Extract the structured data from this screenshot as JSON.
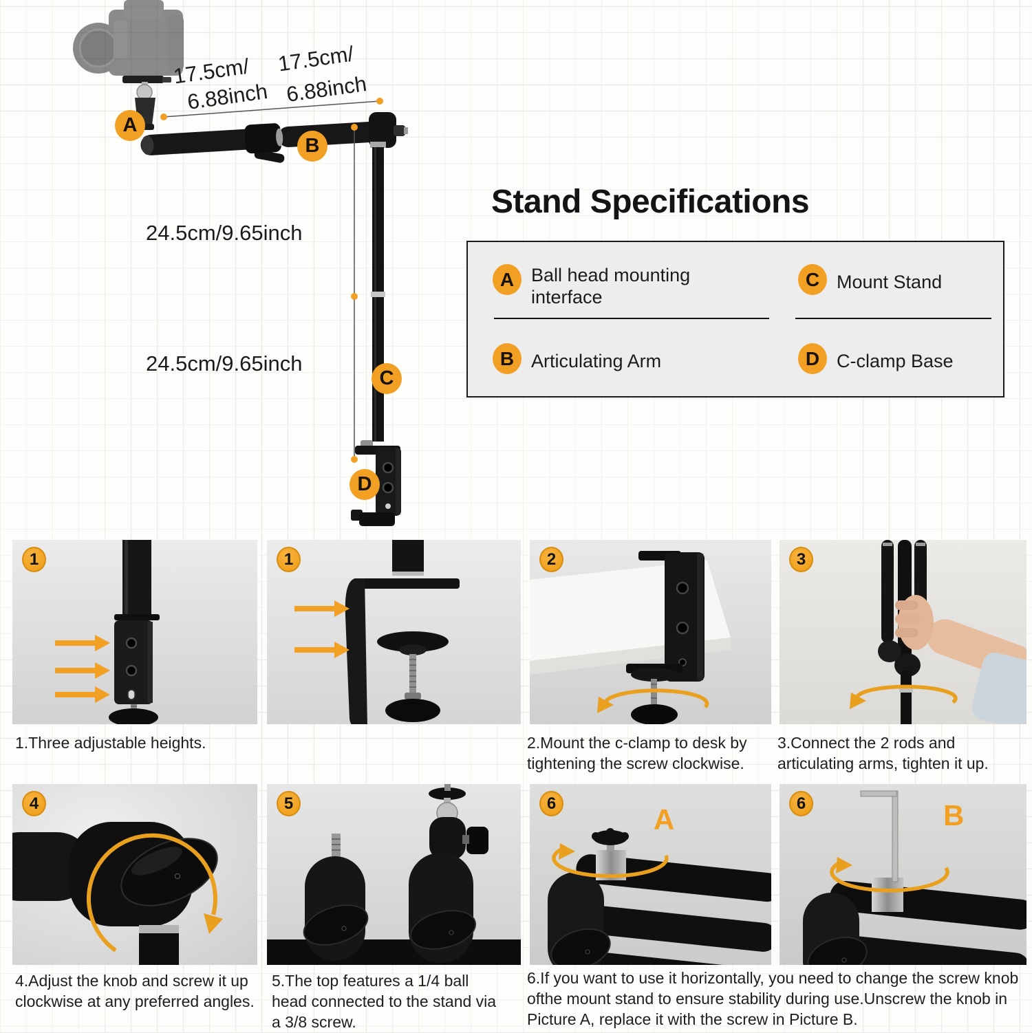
{
  "colors": {
    "accent": "#F2A024",
    "spec_box_bg": "#EDEDED",
    "photo_bg": "#DDDDDD",
    "text": "#1b1b1b"
  },
  "diagram": {
    "badges": {
      "a": "A",
      "b": "B",
      "c": "C",
      "d": "D"
    },
    "measurements": {
      "arm1_line1": "17.5cm/",
      "arm1_line2": "6.88inch",
      "arm2_line1": "17.5cm/",
      "arm2_line2": "6.88inch",
      "pole_upper": "24.5cm/9.65inch",
      "pole_lower": "24.5cm/9.65inch"
    }
  },
  "spec": {
    "title": "Stand Specifications",
    "items": [
      {
        "key": "A",
        "label": "Ball head mounting interface"
      },
      {
        "key": "C",
        "label": "Mount Stand"
      },
      {
        "key": "B",
        "label": "Articulating Arm"
      },
      {
        "key": "D",
        "label": "C-clamp Base"
      }
    ]
  },
  "steps": [
    {
      "badge": "1"
    },
    {
      "badge": "1"
    },
    {
      "badge": "2"
    },
    {
      "badge": "3"
    },
    {
      "badge": "4"
    },
    {
      "badge": "5"
    },
    {
      "badge": "6",
      "overlay": "A"
    },
    {
      "badge": "6",
      "overlay": "B"
    }
  ],
  "captions": {
    "c1": "1.Three adjustable heights.",
    "c2": "2.Mount the c-clamp to desk by tightening the screw clockwise.",
    "c3": "3.Connect the 2 rods and articulating arms, tighten it up.",
    "c4": "4.Adjust the knob and screw it up clockwise at any preferred angles.",
    "c5": "5.The top features a 1/4 ball head connected to the stand via a 3/8 screw.",
    "c6": "6.If you want to use it horizontally, you need to change the screw knob ofthe mount stand to ensure stability during use.Unscrew the knob in Picture A, replace it with the screw in Picture B."
  }
}
